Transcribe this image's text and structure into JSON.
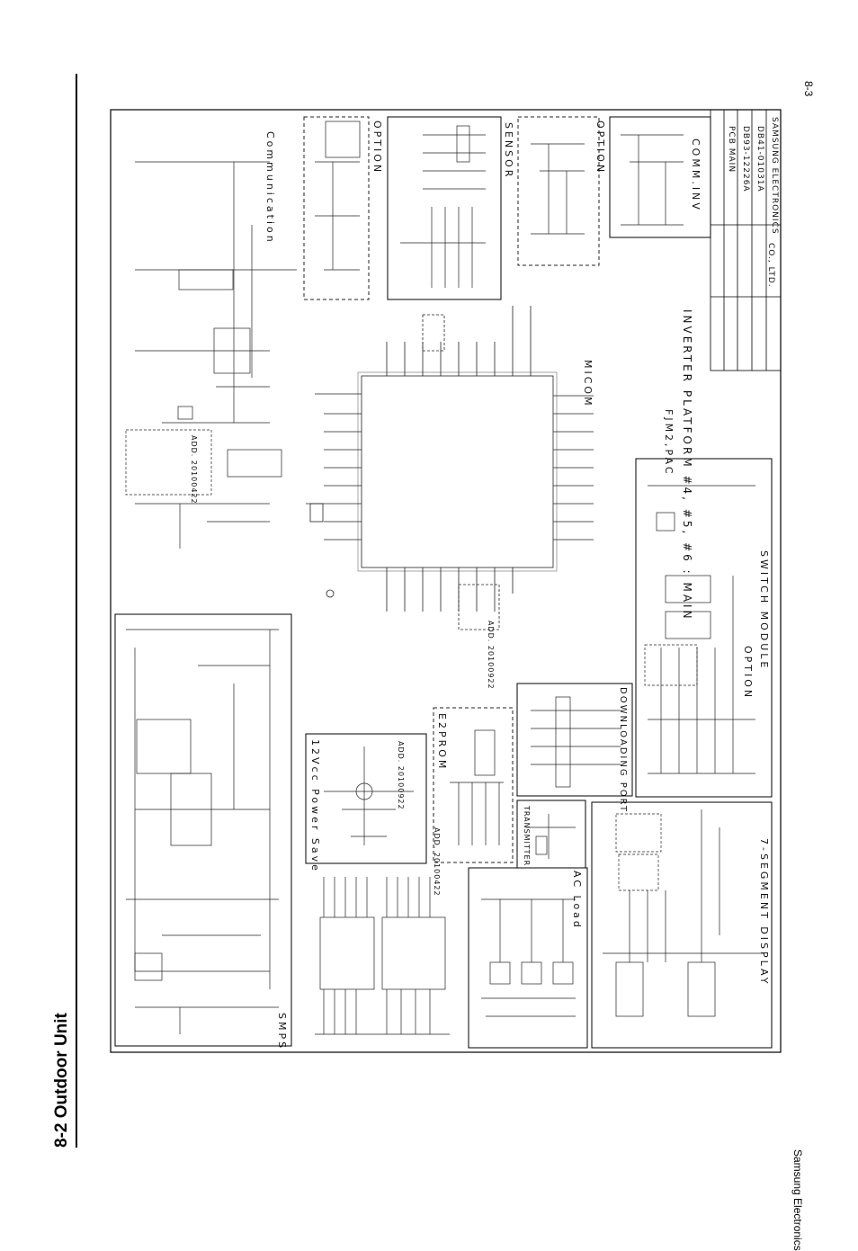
{
  "page": {
    "section_title": "8-2 Outdoor Unit",
    "footer_brand": "Samsung Electronics",
    "page_number": "8-3"
  },
  "blocks": {
    "communication": "Communication",
    "option1": "OPTION",
    "sensor": "SENSOR",
    "option2": "OPTION",
    "comm_inv": "COMM.INV",
    "smps": "SMPS",
    "power_save": "12Vcc Power Save",
    "e2prom": "E2PROM",
    "micom": "MICOM",
    "downloading_port": "DOWNLOADING PORT",
    "transmitter": "TRANSMITTER",
    "ac_load": "AC Load",
    "seven_segment": "7-SEGMENT DISPLAY",
    "switch_module": "SWITCH MODULE",
    "option3": "OPTION",
    "platform_title": "INVERTER PLATFORM #4, #5, #6 : MAIN",
    "platform_subtitle": "FJM2,PAC"
  },
  "notes": {
    "add1": "ADD. 20100422",
    "add2": "ADD. 20100922",
    "add3": "ADD. 20100422",
    "add4": "ADD. 20100922"
  },
  "title_block": {
    "pcb_main": "PCB MAIN",
    "part_no": "DB93-12226A",
    "part_no2": "DB41-01031A",
    "company": "SAMSUNG ELECTRONICS",
    "company2": "CO., LTD."
  }
}
